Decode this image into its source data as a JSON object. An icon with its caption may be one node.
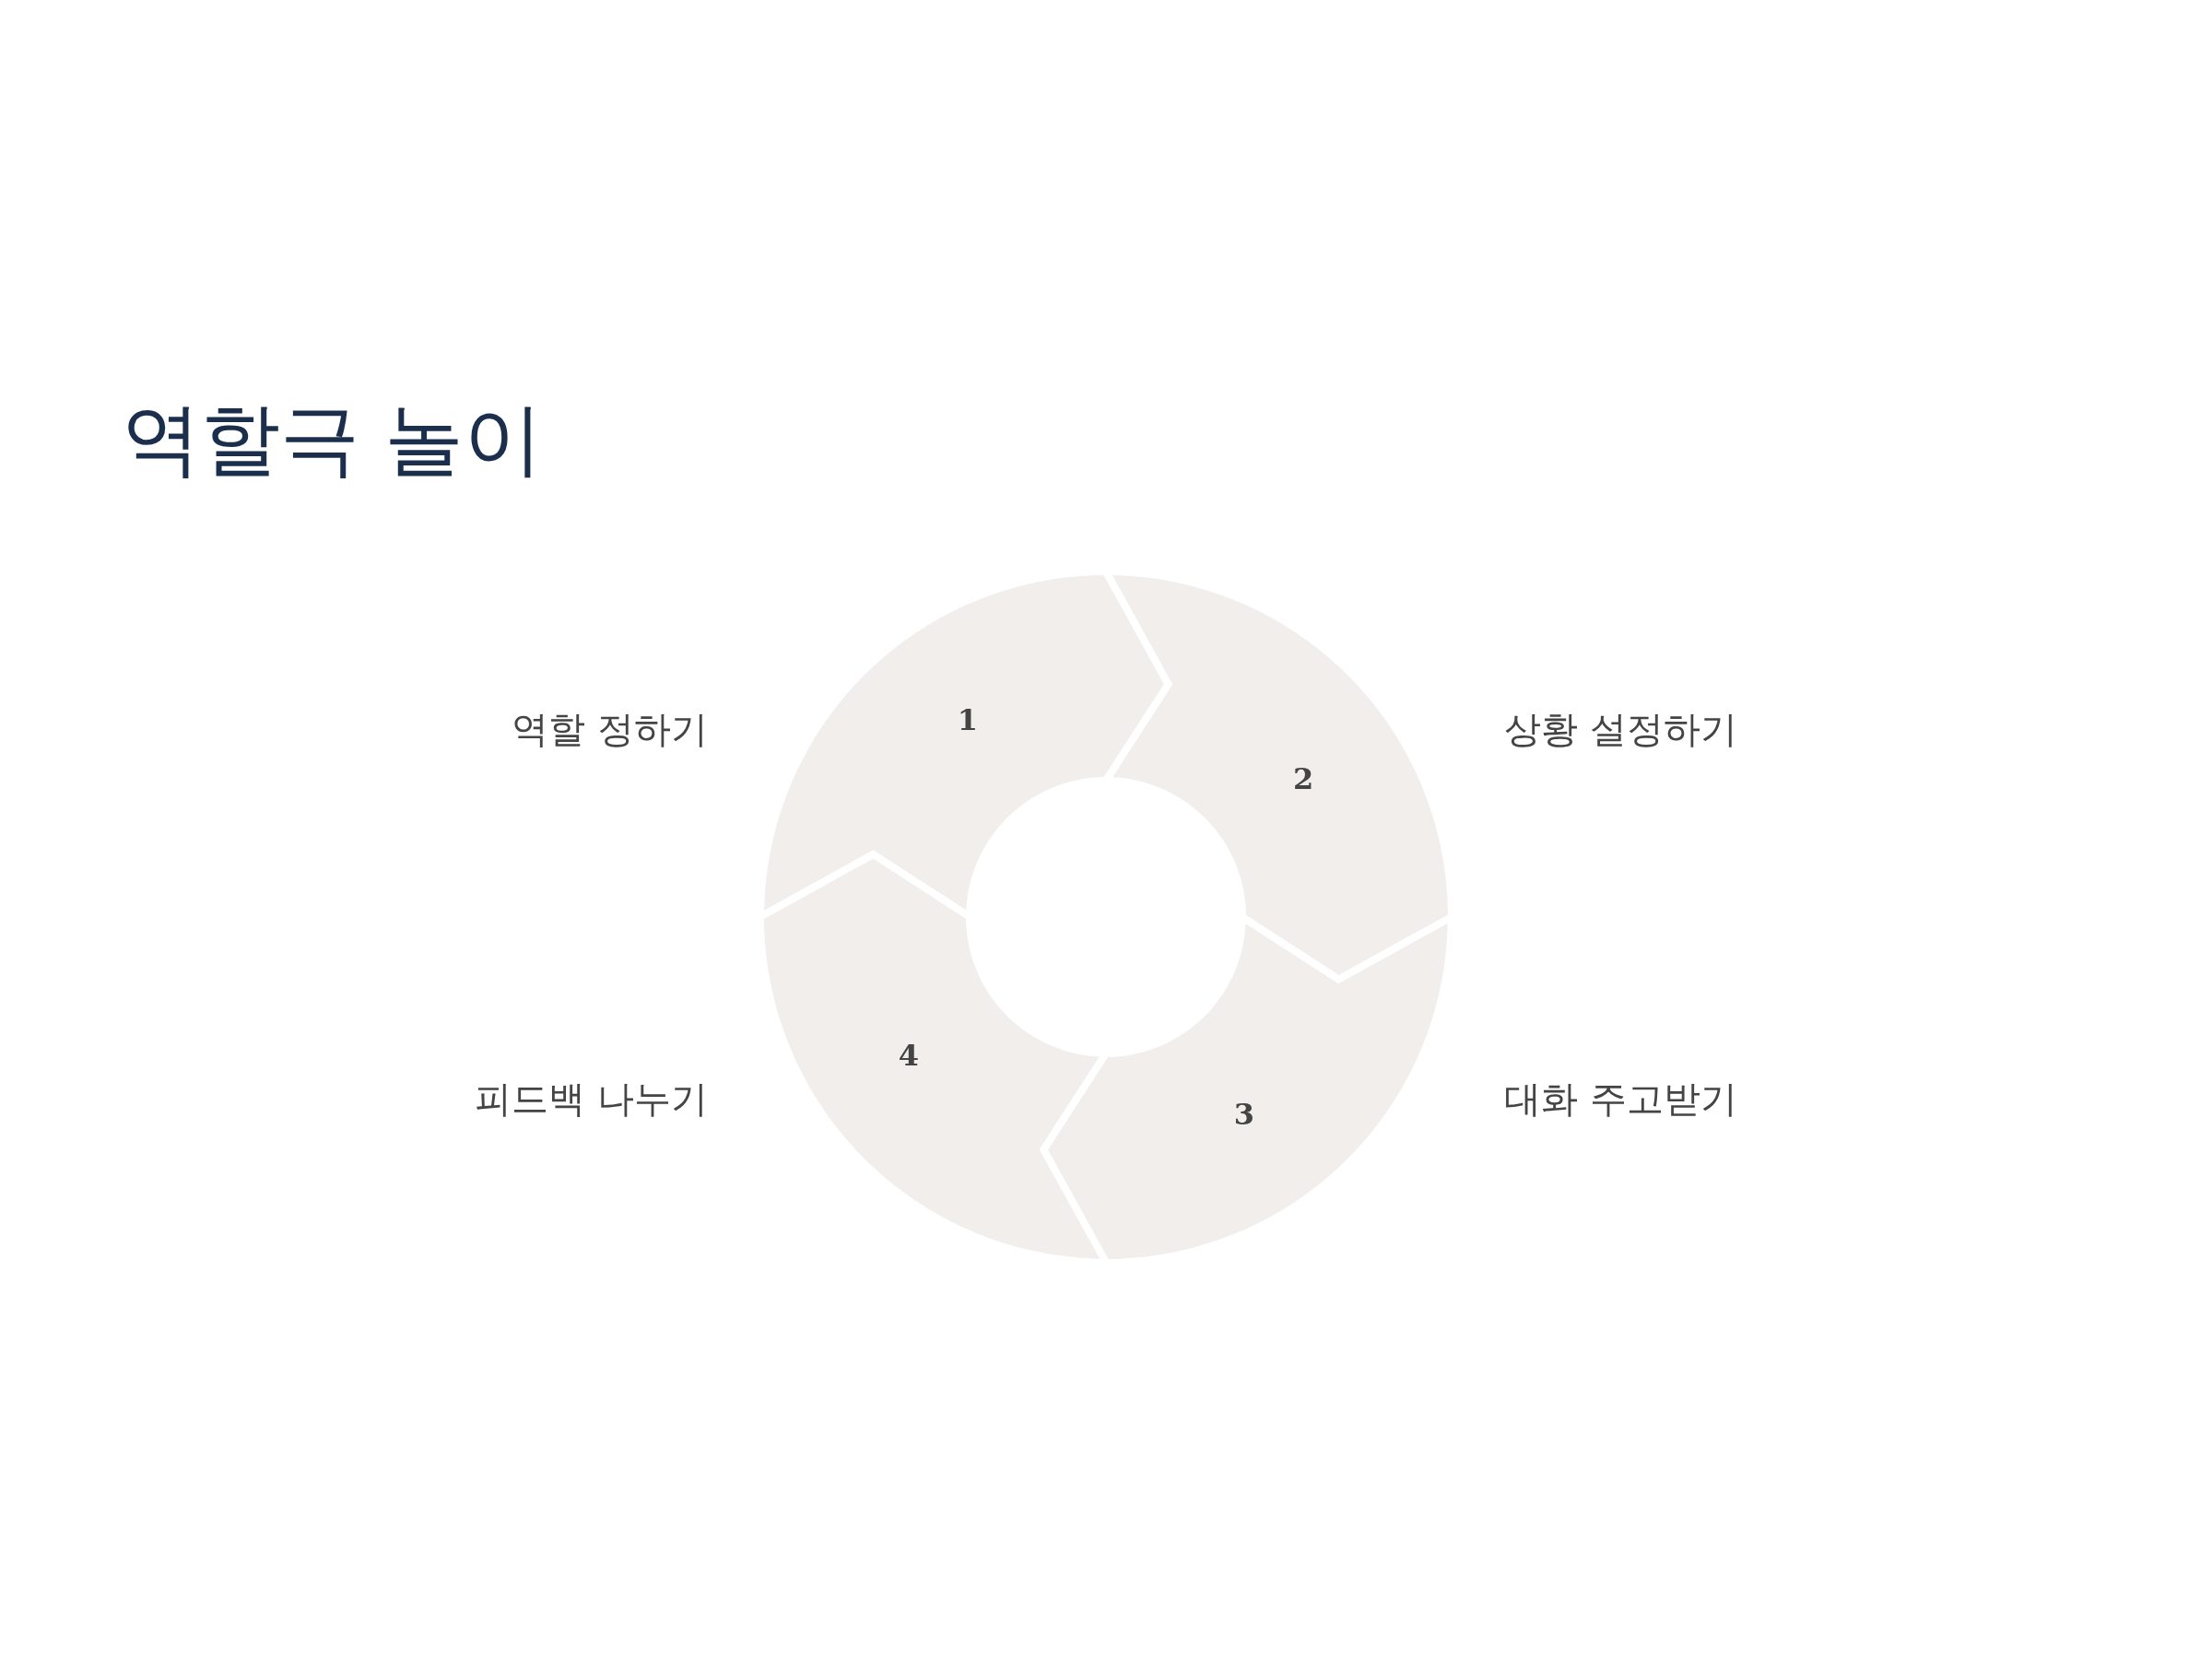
{
  "diagram": {
    "title": "역할극 놀이",
    "nodes": [
      {
        "text": [
          "1"
        ],
        "beside": [
          "역할 정하기"
        ]
      },
      {
        "text": [
          "2"
        ],
        "beside": [
          "상황 설정하기"
        ]
      },
      {
        "text": [
          "3"
        ],
        "beside": [
          "대화 주고받기"
        ]
      },
      {
        "text": [
          "4"
        ],
        "beside": [
          "피드백 나누기"
        ]
      }
    ]
  }
}
